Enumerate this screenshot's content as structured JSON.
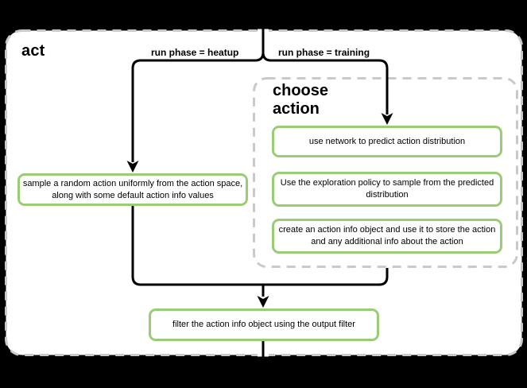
{
  "colors": {
    "canvas_bg": "#000000",
    "panel_bg": "#ffffff",
    "dashed_border": "#c9c9c9",
    "node_border": "#9acc75",
    "node_bg": "#ffffff",
    "connector": "#000000",
    "text": "#000000"
  },
  "panel": {
    "title": "act"
  },
  "branches": {
    "heatup_label": "run phase = heatup",
    "training_label": "run phase = training"
  },
  "heatup_node": {
    "text": "sample a random action uniformly from the action space, along with some default action info values"
  },
  "choose_action_group": {
    "title": "choose action",
    "steps": [
      {
        "text": "use network to predict action distribution"
      },
      {
        "text": "Use the exploration policy to sample from the predicted distribution"
      },
      {
        "text": "create an action info object and use it to store the action and any additional info about the action"
      }
    ]
  },
  "filter_node": {
    "text": "filter the action info object using the output filter"
  }
}
